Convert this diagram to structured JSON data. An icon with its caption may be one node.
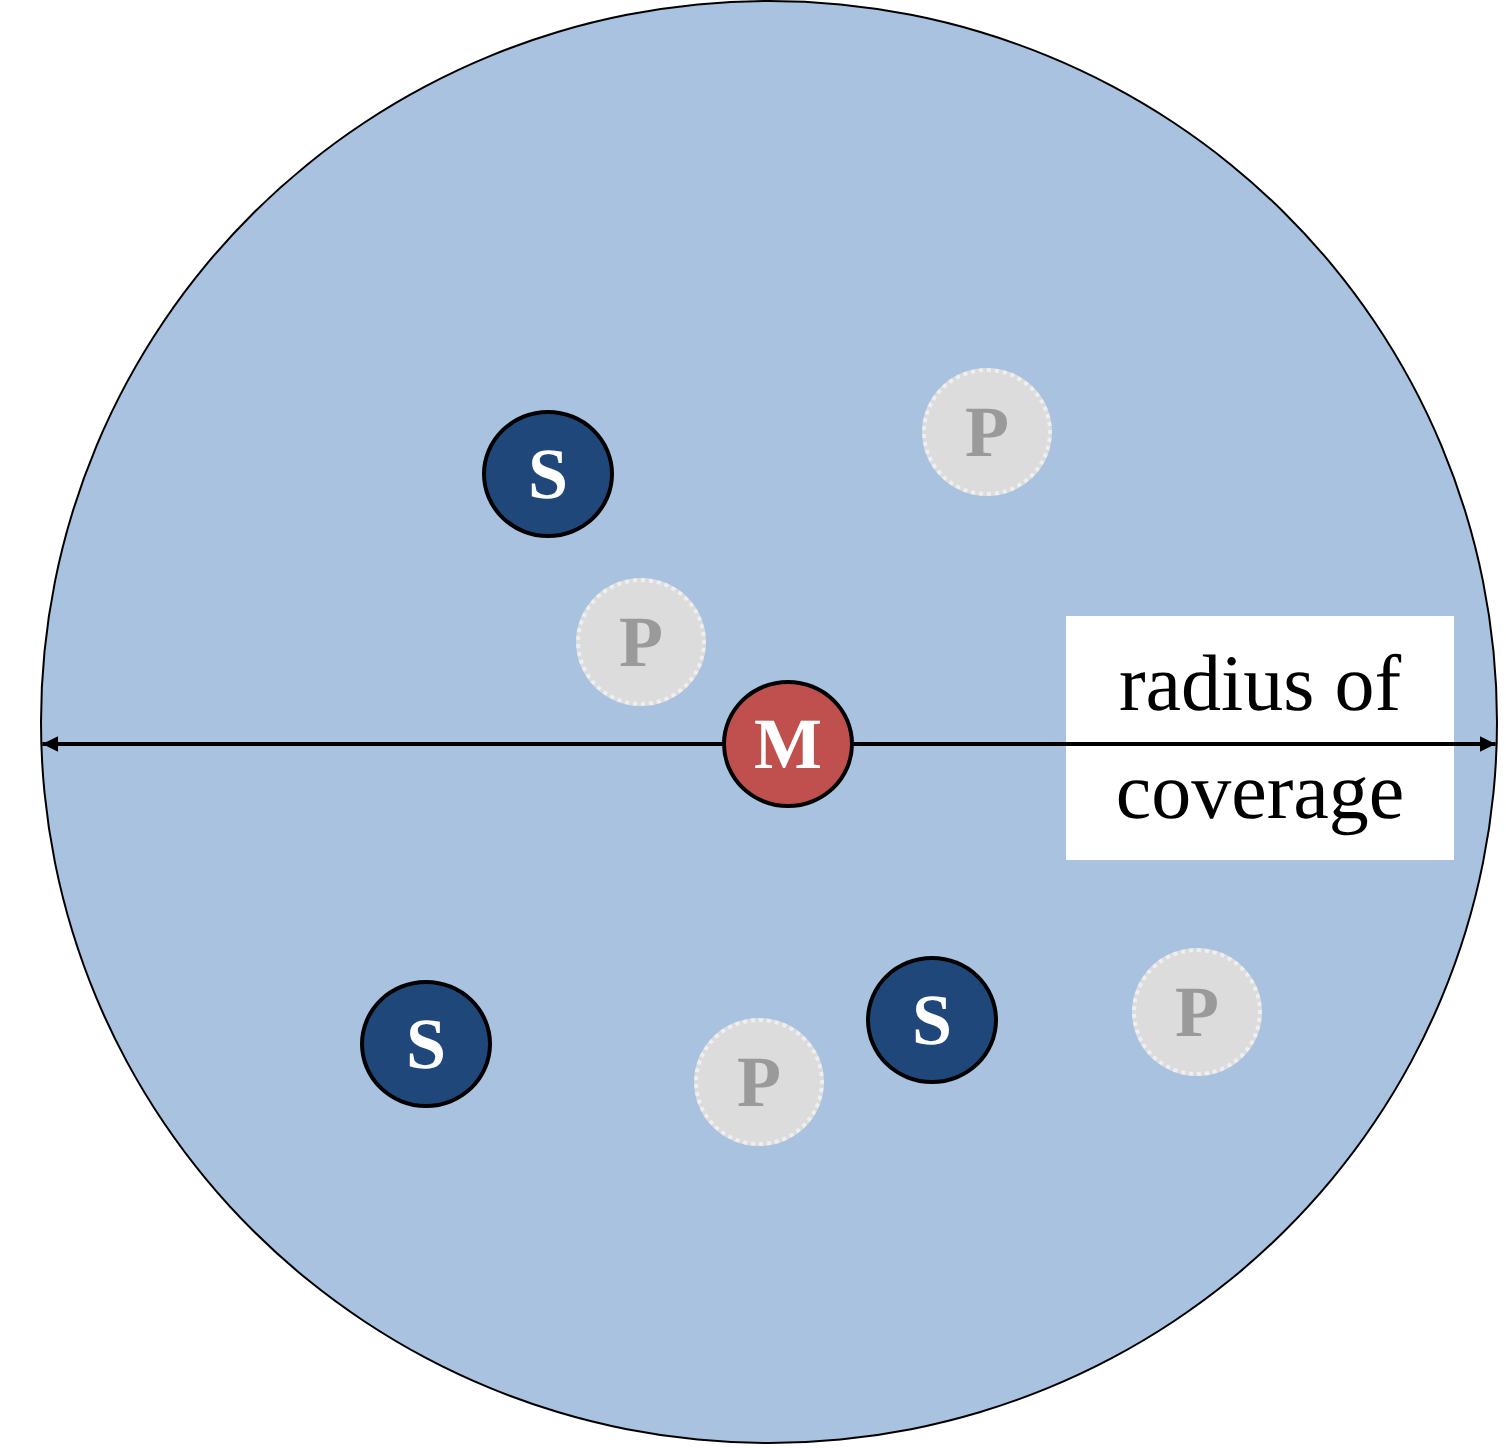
{
  "diagram": {
    "nodes": [
      {
        "text": [],
        "shape": "circle"
      },
      {
        "text": [
          "S"
        ],
        "in": 0
      },
      {
        "text": [
          "P"
        ],
        "in": 0
      },
      {
        "text": [
          "P"
        ],
        "in": 0
      },
      {
        "text": [
          "M"
        ],
        "in": 0
      },
      {
        "text": [
          "S"
        ],
        "in": 0
      },
      {
        "text": [
          "P"
        ],
        "in": 0
      },
      {
        "text": [
          "S"
        ],
        "in": 0
      },
      {
        "text": [
          "P"
        ],
        "in": 0
      }
    ],
    "edges": [
      {
        "from": 4,
        "to": 0,
        "arrow": "to"
      },
      {
        "from": 4,
        "to": 0,
        "arrow": "to",
        "label": "radius of coverage"
      }
    ]
  }
}
